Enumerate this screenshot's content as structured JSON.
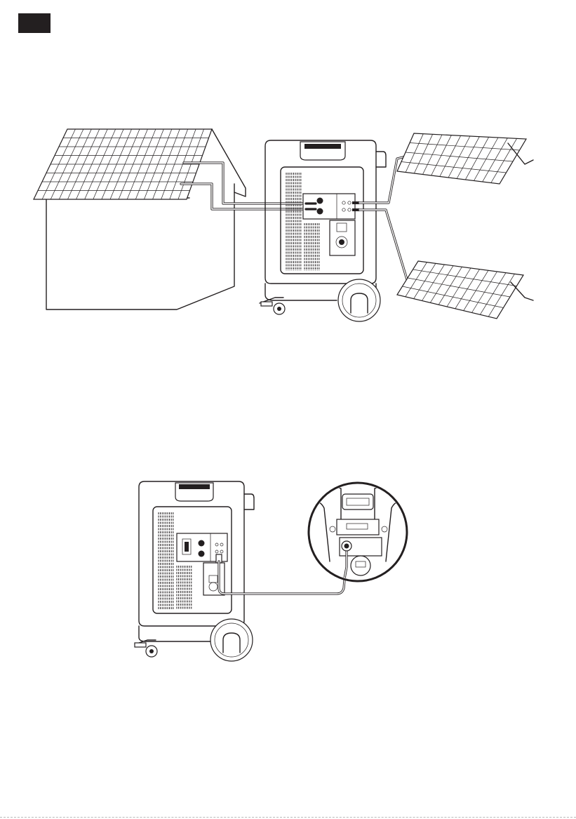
{
  "page": {
    "language_tab": {
      "label": "",
      "color": "#231f20"
    },
    "figures": [
      {
        "id": "solar-connection",
        "elements": [
          "house-rooftop-solar-array",
          "portable-power-station-rear",
          "portable-solar-panel-upper",
          "portable-solar-panel-lower",
          "solar-input-cables"
        ]
      },
      {
        "id": "ground-connection",
        "elements": [
          "portable-power-station-rear",
          "grounding-cable",
          "magnified-callout-circle"
        ]
      }
    ],
    "colors": {
      "line": "#231f20",
      "background": "#ffffff",
      "rule": "#b9b9b9"
    }
  }
}
